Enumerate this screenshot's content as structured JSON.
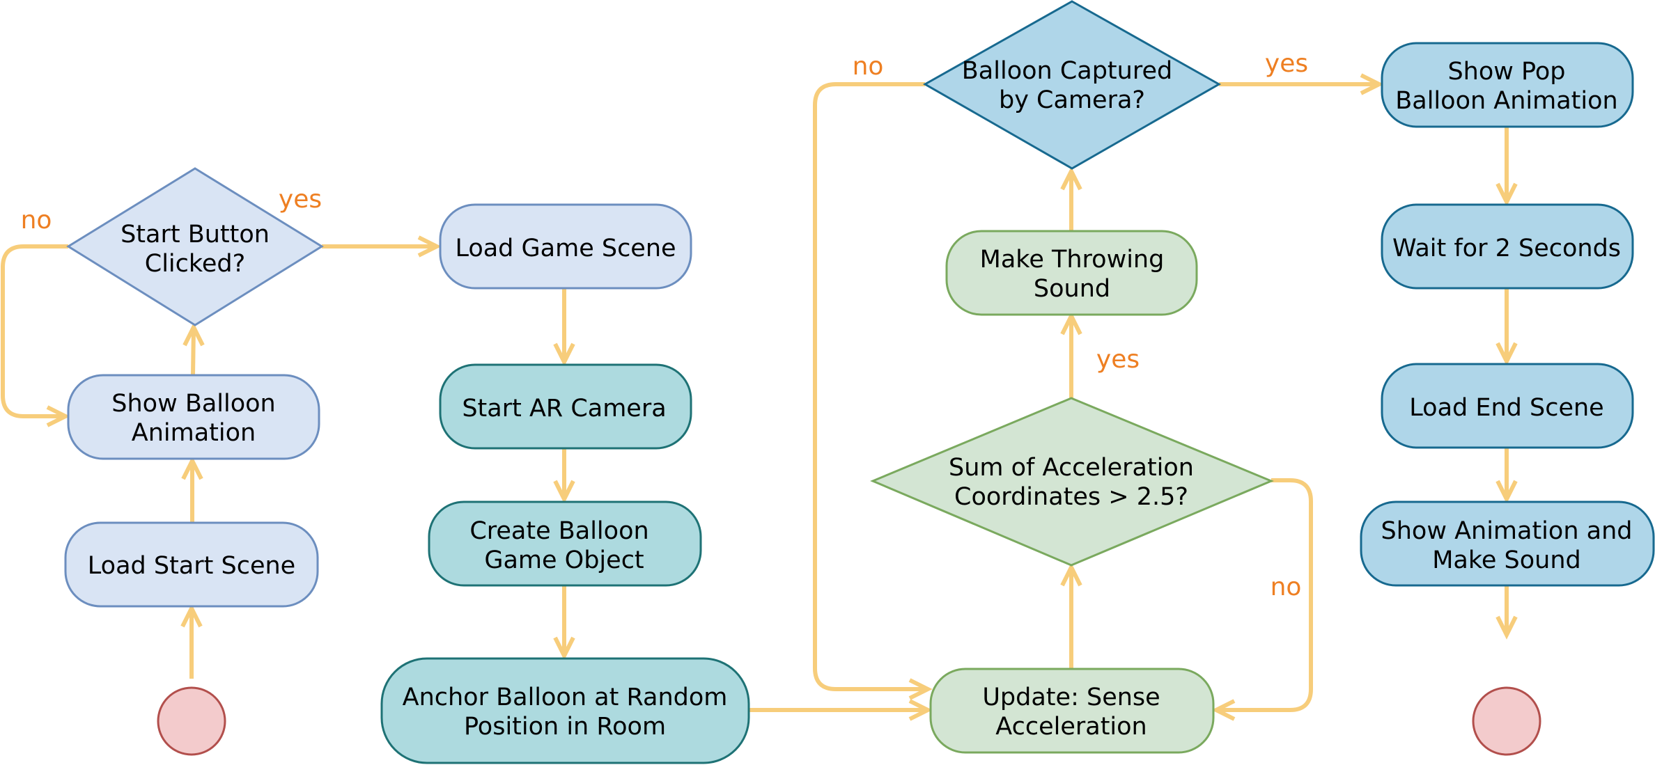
{
  "diagram": {
    "type": "flowchart",
    "colors": {
      "edge": "#f7cd7b",
      "edge_label": "#ee7f22",
      "lightblue_fill": "#d9e4f4",
      "lightblue_stroke": "#6c8ebf",
      "teal_fill": "#addadf",
      "teal_stroke": "#1e7275",
      "green_fill": "#d3e5d3",
      "green_stroke": "#7aa95e",
      "blue_fill": "#afd6e9",
      "blue_stroke": "#17698f",
      "terminal_fill": "#f3cbcc",
      "terminal_stroke": "#b24f4c"
    },
    "nodes": {
      "start": {
        "label": "",
        "kind": "terminal"
      },
      "load_start_scene": {
        "label": [
          "Load Start Scene"
        ],
        "kind": "process",
        "style": "lightblue"
      },
      "show_balloon_animation": {
        "label": [
          "Show Balloon",
          "Animation"
        ],
        "kind": "process",
        "style": "lightblue"
      },
      "start_button_clicked": {
        "label": [
          "Start Button",
          "Clicked?"
        ],
        "kind": "decision",
        "style": "lightblue"
      },
      "load_game_scene": {
        "label": [
          "Load Game Scene"
        ],
        "kind": "process",
        "style": "lightblue"
      },
      "start_ar_camera": {
        "label": [
          "Start AR Camera"
        ],
        "kind": "process",
        "style": "teal"
      },
      "create_balloon": {
        "label": [
          "Create Balloon",
          "Game Object"
        ],
        "kind": "process",
        "style": "teal"
      },
      "anchor_balloon": {
        "label": [
          "Anchor Balloon at Random",
          "Position in Room"
        ],
        "kind": "process",
        "style": "teal"
      },
      "update_sense": {
        "label": [
          "Update: Sense",
          "Acceleration"
        ],
        "kind": "process",
        "style": "green"
      },
      "sum_acceleration": {
        "label": [
          "Sum of Acceleration",
          "Coordinates > 2.5?"
        ],
        "kind": "decision",
        "style": "green"
      },
      "make_throwing_sound": {
        "label": [
          "Make Throwing",
          "Sound"
        ],
        "kind": "process",
        "style": "green"
      },
      "balloon_captured": {
        "label": [
          "Balloon Captured",
          "by Camera?"
        ],
        "kind": "decision",
        "style": "blue"
      },
      "show_pop_animation": {
        "label": [
          "Show Pop",
          "Balloon Animation"
        ],
        "kind": "process",
        "style": "blue"
      },
      "wait_2_seconds": {
        "label": [
          "Wait for 2 Seconds"
        ],
        "kind": "process",
        "style": "blue"
      },
      "load_end_scene": {
        "label": [
          "Load End Scene"
        ],
        "kind": "process",
        "style": "blue"
      },
      "show_animation_sound": {
        "label": [
          "Show Animation and",
          "Make Sound"
        ],
        "kind": "process",
        "style": "blue"
      },
      "end": {
        "label": "",
        "kind": "terminal"
      }
    },
    "edges": [
      {
        "from": "start",
        "to": "load_start_scene",
        "label": ""
      },
      {
        "from": "load_start_scene",
        "to": "show_balloon_animation",
        "label": ""
      },
      {
        "from": "show_balloon_animation",
        "to": "start_button_clicked",
        "label": ""
      },
      {
        "from": "start_button_clicked",
        "to": "show_balloon_animation",
        "label": "no"
      },
      {
        "from": "start_button_clicked",
        "to": "load_game_scene",
        "label": "yes"
      },
      {
        "from": "load_game_scene",
        "to": "start_ar_camera",
        "label": ""
      },
      {
        "from": "start_ar_camera",
        "to": "create_balloon",
        "label": ""
      },
      {
        "from": "create_balloon",
        "to": "anchor_balloon",
        "label": ""
      },
      {
        "from": "anchor_balloon",
        "to": "update_sense",
        "label": ""
      },
      {
        "from": "update_sense",
        "to": "sum_acceleration",
        "label": ""
      },
      {
        "from": "sum_acceleration",
        "to": "make_throwing_sound",
        "label": "yes"
      },
      {
        "from": "sum_acceleration",
        "to": "update_sense",
        "label": "no"
      },
      {
        "from": "make_throwing_sound",
        "to": "balloon_captured",
        "label": ""
      },
      {
        "from": "balloon_captured",
        "to": "update_sense",
        "label": "no"
      },
      {
        "from": "balloon_captured",
        "to": "show_pop_animation",
        "label": "yes"
      },
      {
        "from": "show_pop_animation",
        "to": "wait_2_seconds",
        "label": ""
      },
      {
        "from": "wait_2_seconds",
        "to": "load_end_scene",
        "label": ""
      },
      {
        "from": "load_end_scene",
        "to": "show_animation_sound",
        "label": ""
      },
      {
        "from": "show_animation_sound",
        "to": "end",
        "label": ""
      }
    ],
    "edge_labels": {
      "start_no": "no",
      "start_yes": "yes",
      "captured_no": "no",
      "captured_yes": "yes",
      "sum_yes": "yes",
      "sum_no": "no"
    }
  }
}
